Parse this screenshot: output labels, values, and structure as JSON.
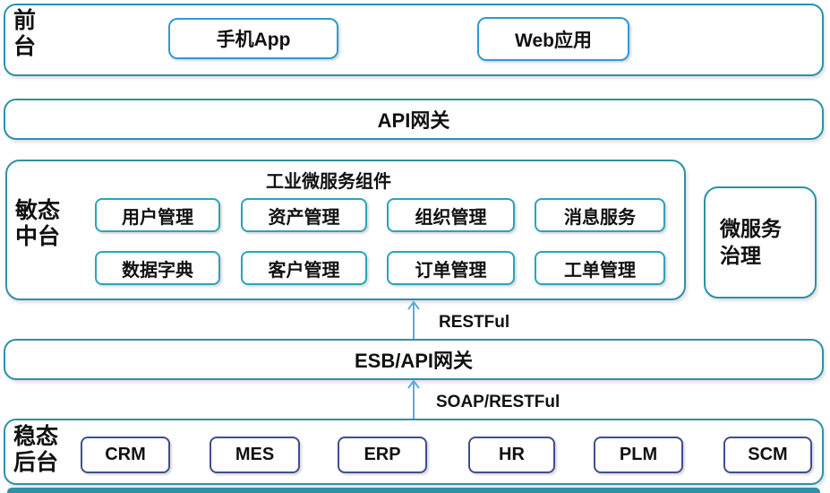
{
  "colors": {
    "outer_border": "#2D90A8",
    "app_border": "#2E9AD4",
    "service_border": "#2AA4BA",
    "backend_border": "#3E4F8F",
    "arrow": "#5AAADF",
    "bar": "#2D90A8",
    "text": "#111111"
  },
  "front_stage": {
    "label": "前\n台",
    "apps": [
      {
        "label": "手机App"
      },
      {
        "label": "Web应用"
      }
    ]
  },
  "api_gateway": {
    "label": "API网关"
  },
  "middle_platform": {
    "label": "敏态\n中台",
    "title": "工业微服务组件",
    "services": [
      "用户管理",
      "资产管理",
      "组织管理",
      "消息服务",
      "数据字典",
      "客户管理",
      "订单管理",
      "工单管理"
    ]
  },
  "governance": {
    "label": "微服务\n治理"
  },
  "esb_gateway": {
    "label": "ESB/API网关"
  },
  "connections": {
    "restful_label": "RESTFul",
    "soap_label": "SOAP/RESTFul"
  },
  "backend": {
    "label": "稳态\n后台",
    "systems": [
      "CRM",
      "MES",
      "ERP",
      "HR",
      "PLM",
      "SCM"
    ]
  }
}
